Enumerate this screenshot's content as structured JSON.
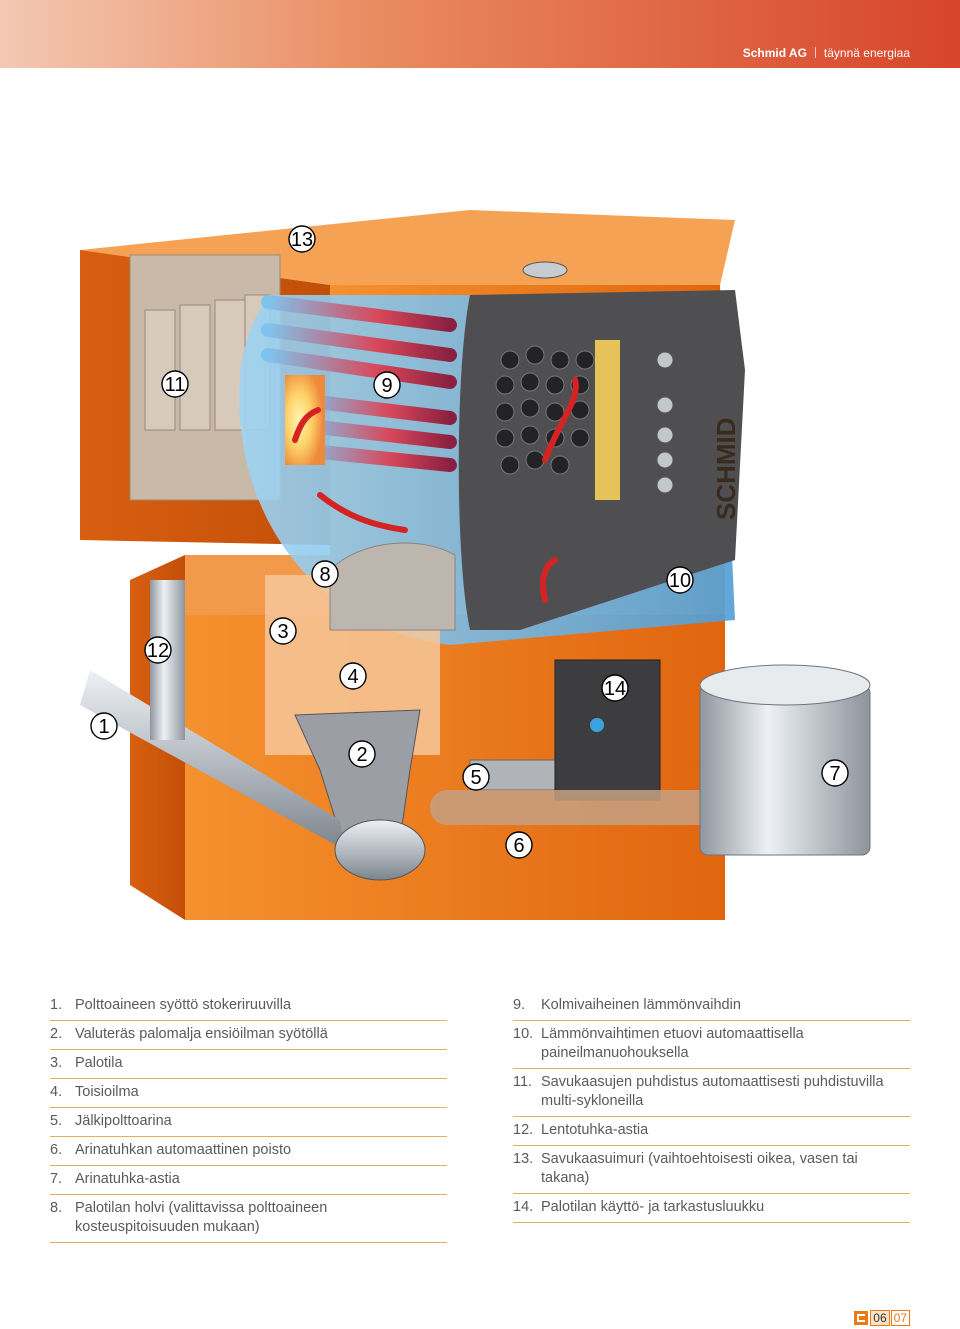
{
  "header": {
    "company": "Schmid AG",
    "tagline": "täynnä energiaa"
  },
  "figure": {
    "callouts": [
      "1",
      "2",
      "3",
      "4",
      "5",
      "6",
      "7",
      "8",
      "9",
      "10",
      "11",
      "12",
      "13",
      "14"
    ],
    "logo_text": "SCHMID",
    "colors": {
      "casing": "#ee7a1a",
      "insulation": "#e6c25a",
      "water": "#6ab6e8",
      "steel": "#b9bec4"
    }
  },
  "legend_left": [
    {
      "num": "1.",
      "text": "Polttoaineen syöttö stokeriruuvilla"
    },
    {
      "num": "2.",
      "text": "Valuteräs palomalja ensiöilman syötöllä"
    },
    {
      "num": "3.",
      "text": "Palotila"
    },
    {
      "num": "4.",
      "text": "Toisioilma"
    },
    {
      "num": "5.",
      "text": "Jälkipolttoarina"
    },
    {
      "num": "6.",
      "text": "Arinatuhkan automaattinen poisto"
    },
    {
      "num": "7.",
      "text": "Arinatuhka-astia"
    },
    {
      "num": "8.",
      "text": "Palotilan holvi (valittavissa polttoaineen kosteuspitoisuuden mukaan)"
    }
  ],
  "legend_right": [
    {
      "num": "9.",
      "text": "Kolmivaiheinen lämmönvaihdin"
    },
    {
      "num": "10.",
      "text": "Lämmönvaihtimen etuovi automaattisella paineilmanuohouksella"
    },
    {
      "num": "11.",
      "text": "Savukaasujen puhdistus automaattisesti puhdistuvilla multi-sykloneilla"
    },
    {
      "num": "12.",
      "text": "Lentotuhka-astia"
    },
    {
      "num": "13.",
      "text": "Savukaasuimuri (vaihtoehtoisesti oikea, vasen tai takana)"
    },
    {
      "num": "14.",
      "text": "Palotilan käyttö- ja tarkastusluukku"
    }
  ],
  "page": {
    "left": "06",
    "right": "07"
  }
}
